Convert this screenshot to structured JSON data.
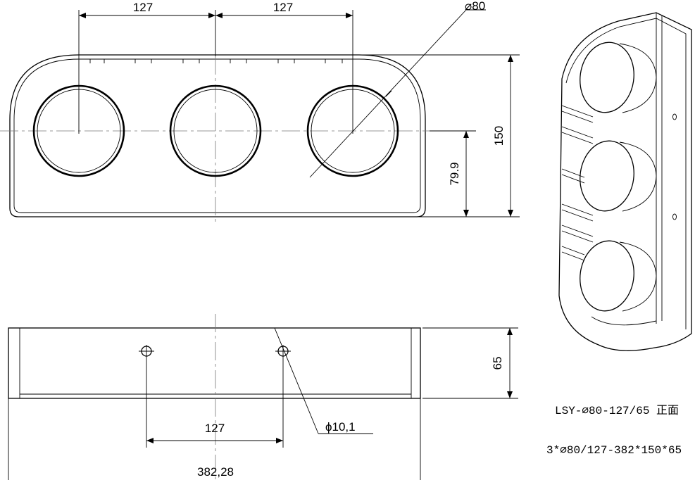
{
  "front_view": {
    "dim_spacing_left": "127",
    "dim_spacing_right": "127",
    "dim_hole_diameter": "⌀80",
    "dim_height": "150",
    "dim_center_height": "79.9"
  },
  "bottom_view": {
    "dim_depth": "65",
    "dim_hole_spacing": "127",
    "dim_small_hole": "ϕ10,1",
    "dim_overall_width": "382,28"
  },
  "notes": {
    "model": "LSY-⌀80-127/65 正面",
    "spec": "3*⌀80/127-382*150*65"
  }
}
